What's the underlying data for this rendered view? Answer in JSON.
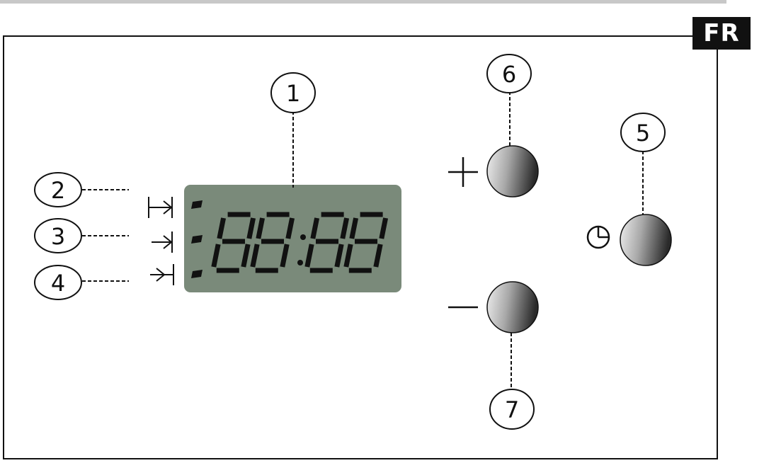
{
  "language_badge": "FR",
  "callouts": [
    {
      "number": "1",
      "target": "display"
    },
    {
      "number": "2",
      "target": "start-time-indicator"
    },
    {
      "number": "3",
      "target": "duration-indicator"
    },
    {
      "number": "4",
      "target": "end-time-indicator"
    },
    {
      "number": "5",
      "target": "clock-button"
    },
    {
      "number": "6",
      "target": "plus-button"
    },
    {
      "number": "7",
      "target": "minus-button"
    }
  ],
  "display": {
    "digits": "88:88",
    "color": "#7a8a7a"
  },
  "symbols": {
    "plus": "+",
    "minus": "—"
  },
  "icons": [
    "start-time-icon",
    "duration-icon",
    "end-time-icon",
    "clock-icon"
  ],
  "colors": {
    "button_light": "#e6e6e6",
    "button_dark": "#2e2e2e",
    "line": "#111111"
  }
}
